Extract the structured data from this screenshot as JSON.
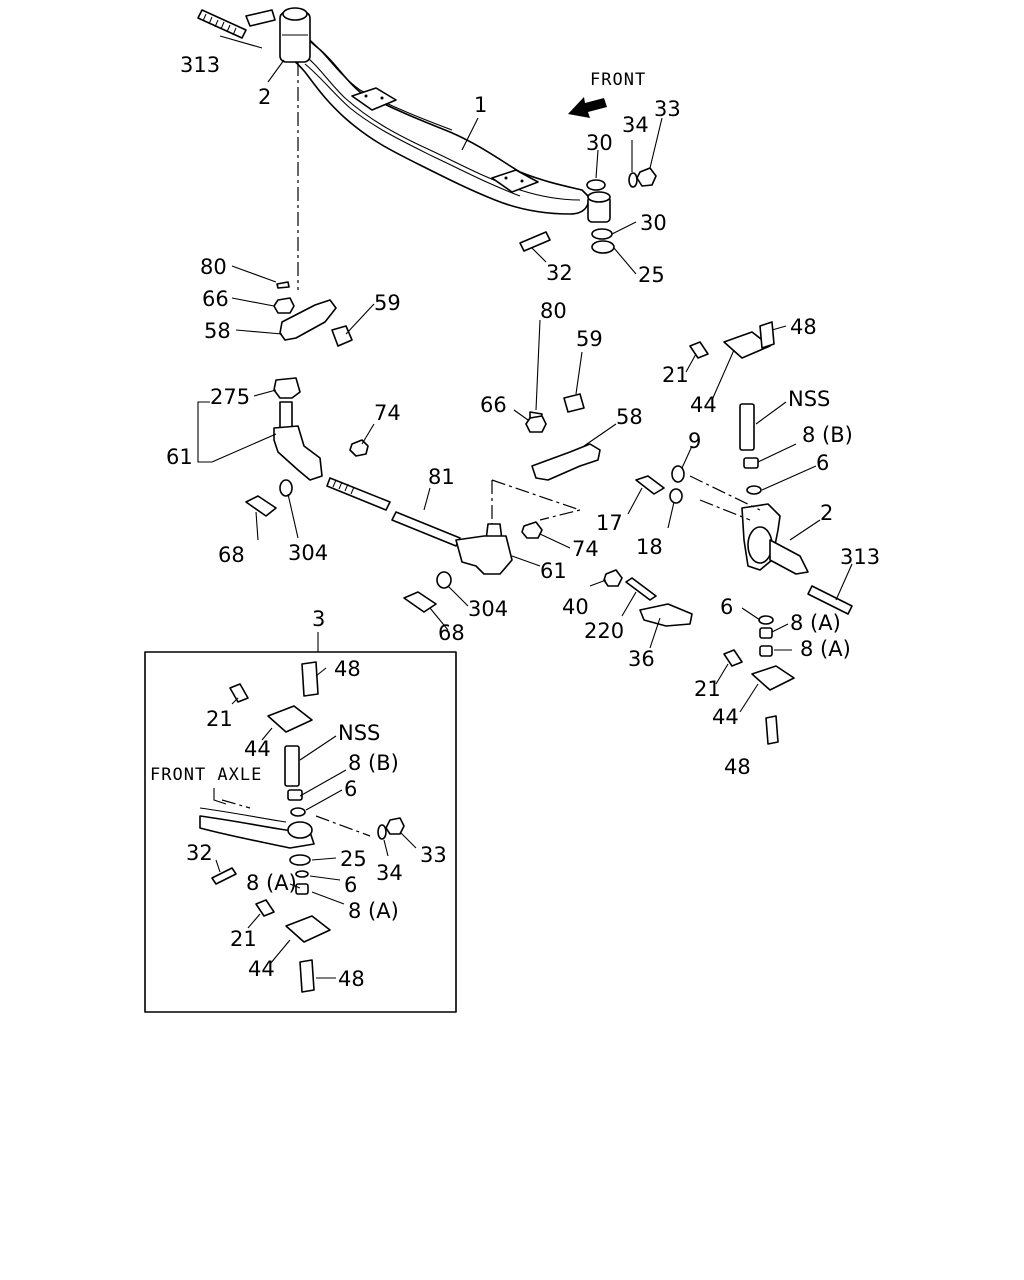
{
  "front_text": "FRONT",
  "front_axle_text": "FRONT AXLE",
  "labels": {
    "p313_top": "313",
    "p2_top": "2",
    "p1": "1",
    "p30_a": "30",
    "p34_top": "34",
    "p33_top": "33",
    "p30_b": "30",
    "p25_top": "25",
    "p32_top": "32",
    "p80_left": "80",
    "p66_left": "66",
    "p58_left": "58",
    "p59_left": "59",
    "p275": "275",
    "p61_left": "61",
    "p74_left": "74",
    "p68_left": "68",
    "p304_left": "304",
    "p81": "81",
    "p80_mid": "80",
    "p59_mid": "59",
    "p66_mid": "66",
    "p58_mid": "58",
    "p74_mid": "74",
    "p61_mid": "61",
    "p304_mid": "304",
    "p68_mid": "68",
    "p48_r_top": "48",
    "p21_r_top": "21",
    "p44_r_top": "44",
    "pNSS_r": "NSS",
    "p8B_r": "8 (B)",
    "p6_r_top": "6",
    "p9": "9",
    "p17": "17",
    "p18": "18",
    "p2_r": "2",
    "p313_r": "313",
    "p40": "40",
    "p220": "220",
    "p36": "36",
    "p6_r_bot": "6",
    "p8A_r1": "8 (A)",
    "p8A_r2": "8 (A)",
    "p21_r_bot": "21",
    "p44_r_bot": "44",
    "p48_r_bot": "48",
    "p3": "3",
    "p48_i_top": "48",
    "p21_i_top": "21",
    "p44_i_top": "44",
    "pNSS_i": "NSS",
    "p8B_i": "8 (B)",
    "p6_i_top": "6",
    "p32_i": "32",
    "p25_i": "25",
    "p34_i": "34",
    "p33_i": "33",
    "p6_i_bot": "6",
    "p8A_i1": "8 (A)",
    "p8A_i2": "8 (A)",
    "p21_i_bot": "21",
    "p44_i_bot": "44",
    "p48_i_bot": "48"
  }
}
